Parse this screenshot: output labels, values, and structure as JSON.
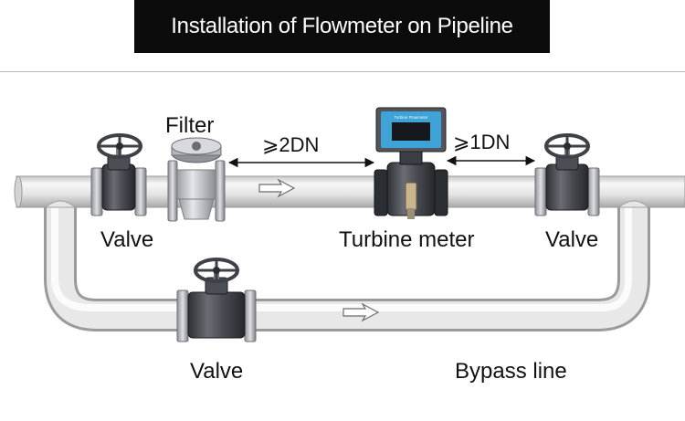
{
  "title": "Installation of Flowmeter on Pipeline",
  "labels": {
    "filter": "Filter",
    "upstream_distance": "⩾2DN",
    "downstream_distance": "⩾1DN",
    "valve_left": "Valve",
    "turbine_meter": "Turbine meter",
    "valve_right": "Valve",
    "valve_bypass": "Valve",
    "bypass_line": "Bypass line"
  },
  "meter_display_caption": "Turbine Flowmeter",
  "icons": [
    "handwheel-icon",
    "flow-arrow-icon",
    "dimension-arrow-icon"
  ],
  "colors": {
    "pipe_light": "#f4f4f4",
    "pipe_mid": "#d6d6d6",
    "pipe_dark": "#9a9a9a",
    "metal_dark": "#3a3d42",
    "display_blue": "#3fa3d8",
    "title_bg": "#0c0c0c",
    "title_text": "#ffffff"
  }
}
